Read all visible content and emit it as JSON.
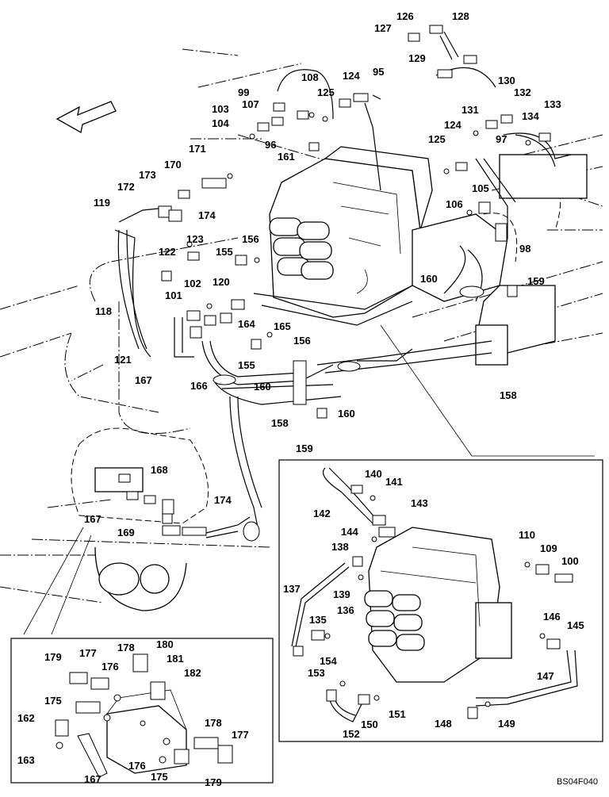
{
  "drawing_code": "BS04F040",
  "callouts": [
    "126",
    "128",
    "127",
    "129",
    "95",
    "108",
    "124",
    "125",
    "99",
    "107",
    "103",
    "104",
    "96",
    "161",
    "130",
    "131",
    "132",
    "133",
    "124",
    "125",
    "134",
    "97",
    "171",
    "170",
    "173",
    "172",
    "119",
    "174",
    "105",
    "106",
    "123",
    "156",
    "155",
    "122",
    "120",
    "102",
    "101",
    "118",
    "164",
    "165",
    "156",
    "155",
    "121",
    "167",
    "166",
    "160",
    "98",
    "160",
    "159",
    "158",
    "160",
    "158",
    "159",
    "168",
    "174",
    "167",
    "169",
    "140",
    "141",
    "142",
    "143",
    "144",
    "110",
    "109",
    "138",
    "100",
    "137",
    "139",
    "136",
    "135",
    "146",
    "145",
    "154",
    "153",
    "147",
    "151",
    "150",
    "148",
    "149",
    "152",
    "179",
    "177",
    "178",
    "180",
    "181",
    "176",
    "182",
    "175",
    "162",
    "178",
    "177",
    "163",
    "176",
    "175",
    "167",
    "179"
  ]
}
